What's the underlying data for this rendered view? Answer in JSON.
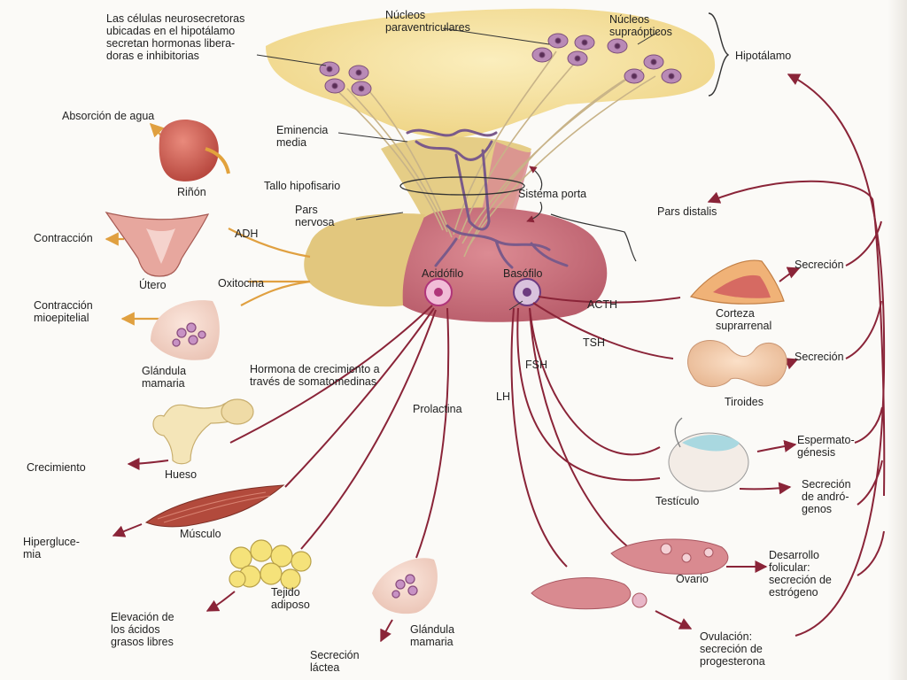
{
  "labels": {
    "neurosecretory": "Las células neurosecretoras\nubicadas en el hipotálamo\nsecretan hormonas libera-\ndoras e inhibitorias",
    "paraventricular": "Núcleos\nparaventriculares",
    "supraoptic": "Núcleos\nsupraópticos",
    "hypothalamus": "Hipotálamo",
    "water_absorption": "Absorción de agua",
    "median_eminence": "Eminencia\nmedia",
    "kidney": "Riñón",
    "pituitary_stalk": "Tallo hipofisario",
    "portal_system": "Sistema porta",
    "pars_distalis": "Pars distalis",
    "pars_nervosa": "Pars\nnervosa",
    "adh": "ADH",
    "contraction": "Contracción",
    "uterus": "Útero",
    "oxytocin": "Oxitocina",
    "acidophil": "Acidófilo",
    "basophil": "Basófilo",
    "secretion_adrenal": "Secreción",
    "myoepithelial_contraction": "Contracción\nmioepitelial",
    "acth": "ACTH",
    "adrenal_cortex": "Corteza\nsuprarrenal",
    "tsh": "TSH",
    "secretion_thyroid": "Secreción",
    "mammary_gland_top": "Glándula\nmamaria",
    "growth_hormone": "Hormona de crecimiento a\ntravés de somatomedinas",
    "fsh": "FSH",
    "thyroid": "Tiroides",
    "lh": "LH",
    "prolactin": "Prolactina",
    "spermatogenesis": "Espermato-\ngénesis",
    "growth": "Crecimiento",
    "bone": "Hueso",
    "androgen_secretion": "Secreción\nde andró-\ngenos",
    "testis": "Testículo",
    "muscle": "Músculo",
    "hyperglycemia": "Hipergluce-\nmia",
    "follicular_development": "Desarrollo\nfolicular:\nsecreción de\nestrógeno",
    "ovary": "Ovario",
    "adipose_tissue": "Tejido\nadiposo",
    "fatty_acids": "Elevación de\nlos ácidos\ngrasos libres",
    "mammary_gland_bottom": "Glándula\nmamaria",
    "milk_secretion": "Secreción\nláctea",
    "ovulation": "Ovulación:\nsecreción de\nprogesterona"
  },
  "colors": {
    "hormone_line": "#8a2438",
    "posterior_arrow": "#e0a040",
    "hypothalamus_fill": "#f2dc96",
    "anterior_lobe": "#c96d78",
    "posterior_lobe": "#ddc27a",
    "portal_vessels": "#7a5a8a",
    "neuron_cell": "#b98ab6"
  }
}
